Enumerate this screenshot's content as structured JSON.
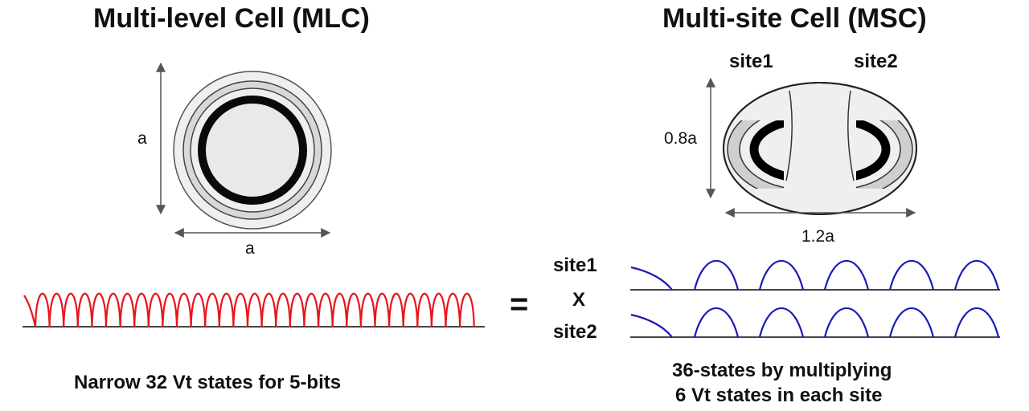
{
  "mlc": {
    "title": "Multi-level Cell (MLC)",
    "dim_vertical": "a",
    "dim_horizontal": "a",
    "caption": "Narrow 32 Vt states for 5-bits",
    "vt_state_count": 32,
    "wave_color": "#e8141b"
  },
  "msc": {
    "title": "Multi-site Cell (MSC)",
    "site1_label": "site1",
    "site2_label": "site2",
    "dim_vertical": "0.8a",
    "dim_horizontal": "1.2a",
    "caption_line1": "36-states by multiplying",
    "caption_line2": "6 Vt states in each site",
    "states_per_site": 6,
    "wave_color": "#1a1ab8"
  },
  "equation": {
    "equals": "=",
    "row1": "site1",
    "times": "X",
    "row2": "site2"
  }
}
